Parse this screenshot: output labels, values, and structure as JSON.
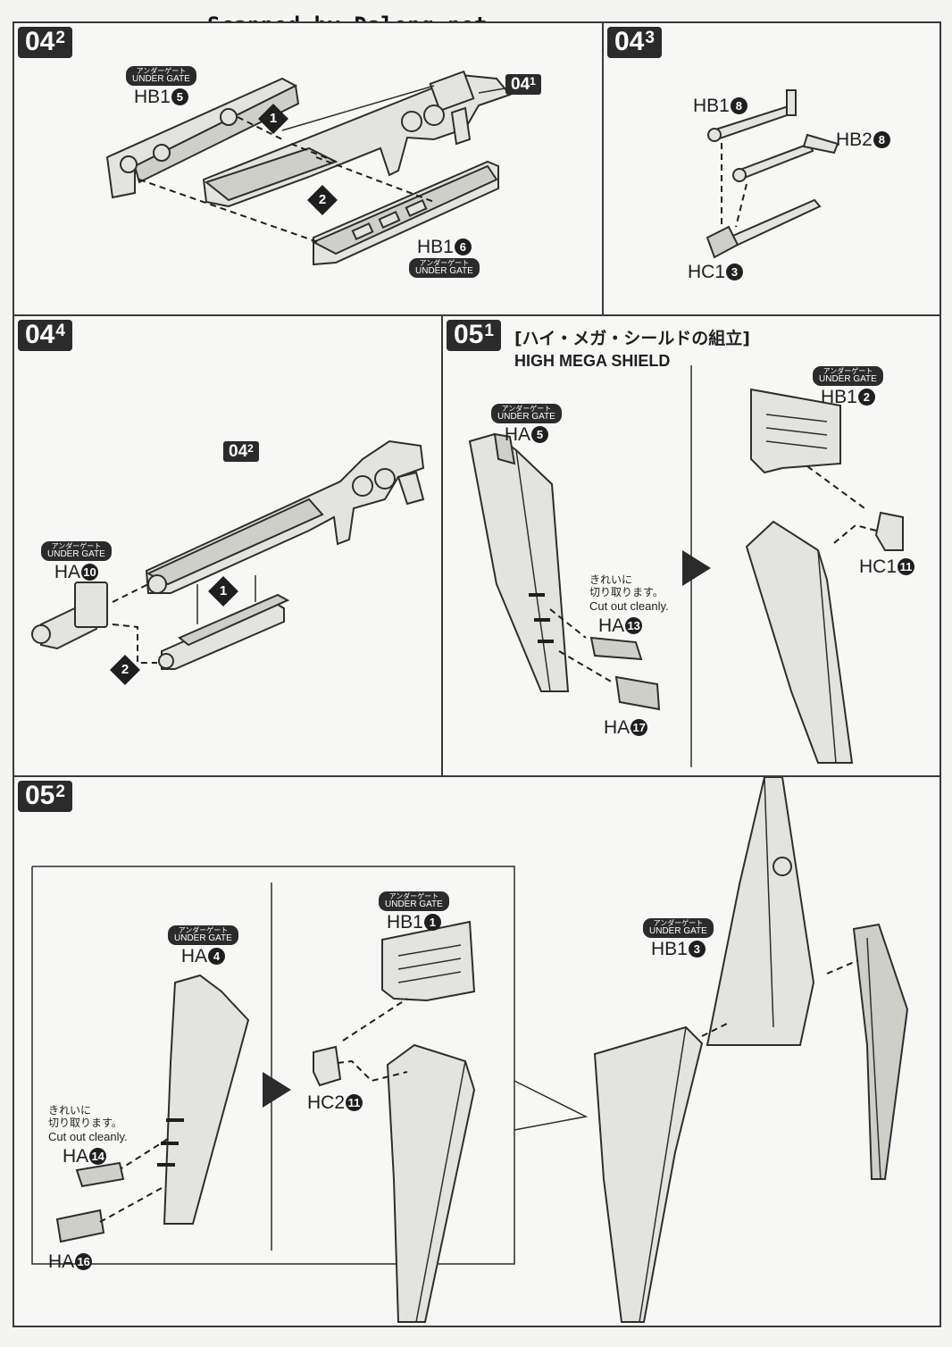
{
  "credit": "Scanned by Dalong.net",
  "gate_jp": "アンダーゲート",
  "gate_en": "UNDER GATE",
  "panels": {
    "p0402": {
      "num": "04",
      "sub": "2",
      "ref_num": "04",
      "ref_sub": "1",
      "parts": [
        {
          "id": "HB1",
          "n": "5"
        },
        {
          "id": "HB1",
          "n": "6"
        }
      ],
      "steps": [
        "1",
        "2"
      ]
    },
    "p0403": {
      "num": "04",
      "sub": "3",
      "parts": [
        {
          "id": "HB1",
          "n": "8"
        },
        {
          "id": "HB2",
          "n": "8"
        },
        {
          "id": "HC1",
          "n": "3"
        }
      ]
    },
    "p0404": {
      "num": "04",
      "sub": "4",
      "ref_num": "04",
      "ref_sub": "2",
      "parts": [
        {
          "id": "HA",
          "n": "10"
        }
      ],
      "steps": [
        "1",
        "2"
      ]
    },
    "p0501": {
      "num": "05",
      "sub": "1",
      "title_jp": "[ハイ・メガ・シールドの組立]",
      "title_en": "HIGH MEGA SHIELD",
      "parts": [
        {
          "id": "HA",
          "n": "5"
        },
        {
          "id": "HB1",
          "n": "2"
        },
        {
          "id": "HC1",
          "n": "11"
        },
        {
          "id": "HA",
          "n": "13"
        },
        {
          "id": "HA",
          "n": "17"
        }
      ],
      "note_jp1": "きれいに",
      "note_jp2": "切り取ります。",
      "note_en": "Cut out cleanly."
    },
    "p0502": {
      "num": "05",
      "sub": "2",
      "parts": [
        {
          "id": "HA",
          "n": "4"
        },
        {
          "id": "HB1",
          "n": "1"
        },
        {
          "id": "HC2",
          "n": "11"
        },
        {
          "id": "HA",
          "n": "14"
        },
        {
          "id": "HA",
          "n": "16"
        },
        {
          "id": "HB1",
          "n": "3"
        }
      ],
      "note_jp1": "きれいに",
      "note_jp2": "切り取ります。",
      "note_en": "Cut out cleanly."
    }
  }
}
